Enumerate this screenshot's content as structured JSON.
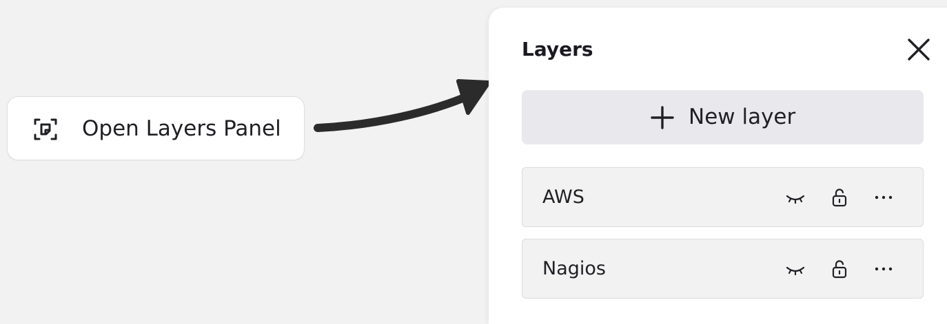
{
  "open_button": {
    "label": "Open Layers Panel",
    "icon": "layers-panel-icon"
  },
  "panel": {
    "title": "Layers",
    "close_icon": "close-icon",
    "new_layer": {
      "label": "New layer",
      "icon": "plus-icon"
    },
    "layers": [
      {
        "name": "AWS",
        "visibility_icon": "eye-closed-icon",
        "lock_icon": "unlocked-icon",
        "more_icon": "more-horizontal-icon"
      },
      {
        "name": "Nagios",
        "visibility_icon": "eye-closed-icon",
        "lock_icon": "unlocked-icon",
        "more_icon": "more-horizontal-icon"
      }
    ]
  },
  "colors": {
    "background": "#f2f2f3",
    "panel": "#ffffff",
    "button_fill": "#e9e9ed",
    "text": "#1f1f24",
    "arrow": "#2b2b2b"
  }
}
